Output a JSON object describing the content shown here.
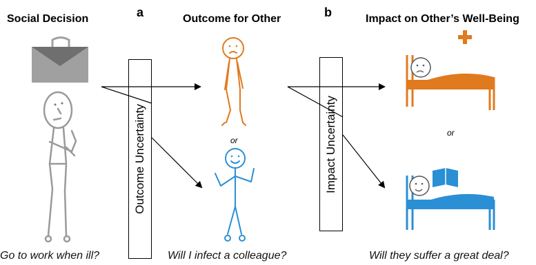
{
  "headings": {
    "social_decision": "Social Decision",
    "outcome_for_other": "Outcome for Other",
    "impact_on_wellbeing": "Impact on Other’s Well-Being"
  },
  "panel_labels": {
    "a": "a",
    "b": "b"
  },
  "boxes": {
    "outcome_uncertainty": "Outcome Uncertainty",
    "impact_uncertainty": "Impact Uncertainty"
  },
  "or_labels": {
    "outcome": "or",
    "impact": "or"
  },
  "captions": {
    "decision": "Go to work when ill?",
    "outcome": "Will I infect a colleague?",
    "impact": "Will they suffer a great deal?"
  },
  "colors": {
    "stick_gray": "#9a9a9a",
    "envelope_gray": "#a0a0a0",
    "orange": "#e07a1f",
    "blue": "#2a8fd4"
  },
  "icons": [
    "envelope-icon",
    "thinking-person-icon",
    "sick-person-icon",
    "happy-person-icon",
    "sick-in-bed-icon",
    "reading-in-bed-icon",
    "red-cross-icon",
    "book-icon"
  ]
}
